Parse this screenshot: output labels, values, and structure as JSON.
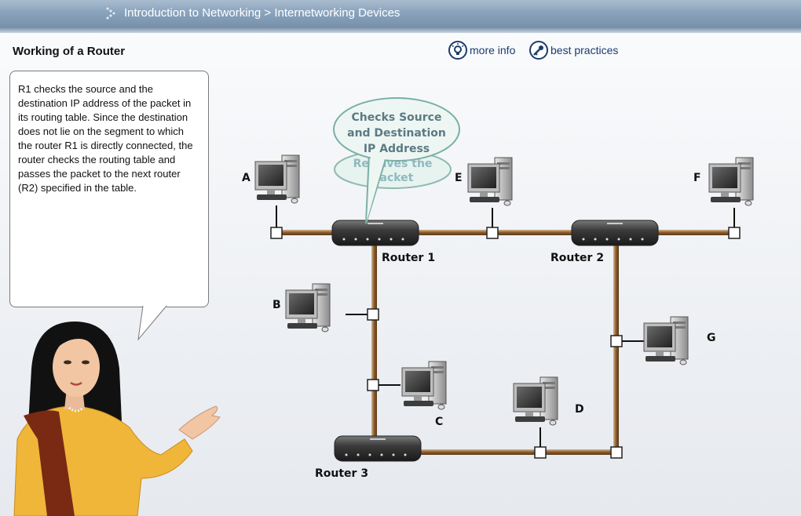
{
  "header": {
    "breadcrumb": "Introduction to Networking > Internetworking Devices"
  },
  "page": {
    "title": "Working of a Router"
  },
  "toolbar": {
    "more_info": "more info",
    "best_practices": "best practices"
  },
  "narration": {
    "text": "R1 checks the source and the destination IP address of the packet in its routing table. Since the destination does not lie on the segment to which the router R1 is directly connected, the router checks the routing table and passes the packet to the next router (R2) specified in the table."
  },
  "callout": {
    "line1": "Checks Source",
    "line2": "and Destination",
    "line3": "IP Address",
    "line4": "Receives the",
    "line5": "Packet"
  },
  "network": {
    "routers": [
      "Router 1",
      "Router 2",
      "Router 3"
    ],
    "computers": [
      "A",
      "B",
      "C",
      "D",
      "E",
      "F",
      "G"
    ]
  }
}
